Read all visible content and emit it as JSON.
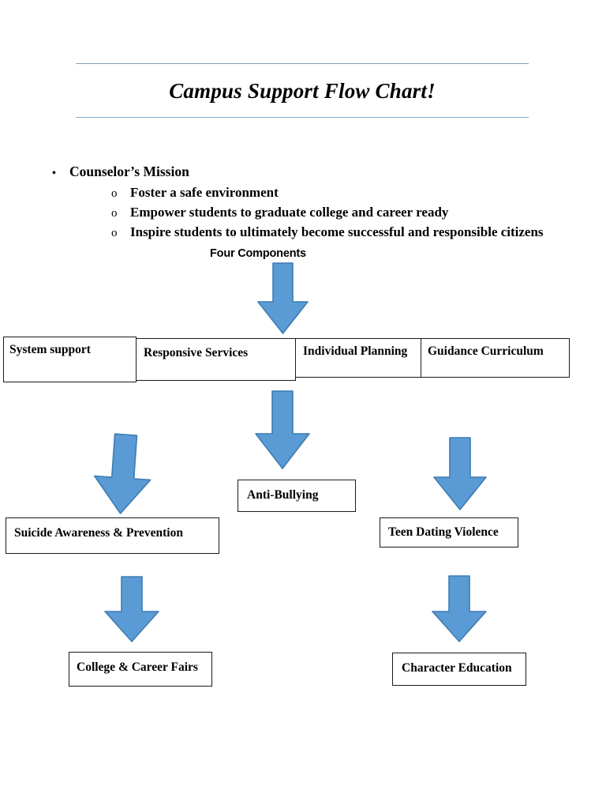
{
  "document": {
    "title": "Campus Support Flow Chart!",
    "rule_color": "#7fa5c4",
    "arrow_fill": "#5b9bd5",
    "arrow_stroke": "#3e7cb1",
    "box_border_color": "#1a1a1a"
  },
  "mission": {
    "heading": "Counselor’s Mission",
    "bullet_mark": "•",
    "sub_bullet_mark": "o",
    "items": [
      "Foster a safe environment",
      "Empower students to graduate college and career ready",
      "Inspire students to ultimately become successful and responsible citizens"
    ],
    "section_label": "Four Components"
  },
  "components": [
    {
      "label": "System support"
    },
    {
      "label": "Responsive Services"
    },
    {
      "label": "Individual Planning"
    },
    {
      "label": "Guidance Curriculum"
    }
  ],
  "outcomes": [
    {
      "label": "Suicide Awareness & Prevention"
    },
    {
      "label": "Anti-Bullying"
    },
    {
      "label": "Teen Dating Violence"
    },
    {
      "label": "College & Career Fairs"
    },
    {
      "label": "Character Education"
    }
  ],
  "arrows": [
    {
      "name": "arrow-four-components",
      "direction": "down"
    },
    {
      "name": "arrow-to-antibully",
      "direction": "down"
    },
    {
      "name": "arrow-to-suicide",
      "direction": "down"
    },
    {
      "name": "arrow-to-teendating",
      "direction": "down"
    },
    {
      "name": "arrow-to-college",
      "direction": "down"
    },
    {
      "name": "arrow-to-character",
      "direction": "down"
    }
  ]
}
